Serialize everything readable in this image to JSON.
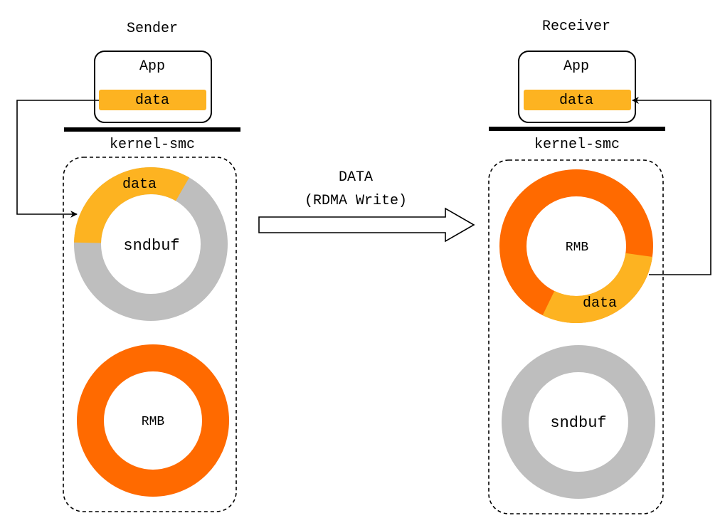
{
  "sender": {
    "title": "Sender",
    "app_label": "App",
    "app_data_label": "data",
    "kernel_label": "kernel-smc",
    "sndbuf": {
      "label": "sndbuf",
      "data_label": "data",
      "data_fill_fraction": 0.33
    },
    "rmb": {
      "label": "RMB"
    }
  },
  "receiver": {
    "title": "Receiver",
    "app_label": "App",
    "app_data_label": "data",
    "kernel_label": "kernel-smc",
    "rmb": {
      "label": "RMB",
      "data_label": "data",
      "data_fill_fraction": 0.3
    },
    "sndbuf": {
      "label": "sndbuf"
    }
  },
  "transfer": {
    "line1": "DATA",
    "line2": "(RDMA Write)"
  },
  "colors": {
    "data": "#FDB321",
    "rmb": "#FF6A00",
    "sndbuf": "#BEBEBE",
    "line": "#000000"
  }
}
